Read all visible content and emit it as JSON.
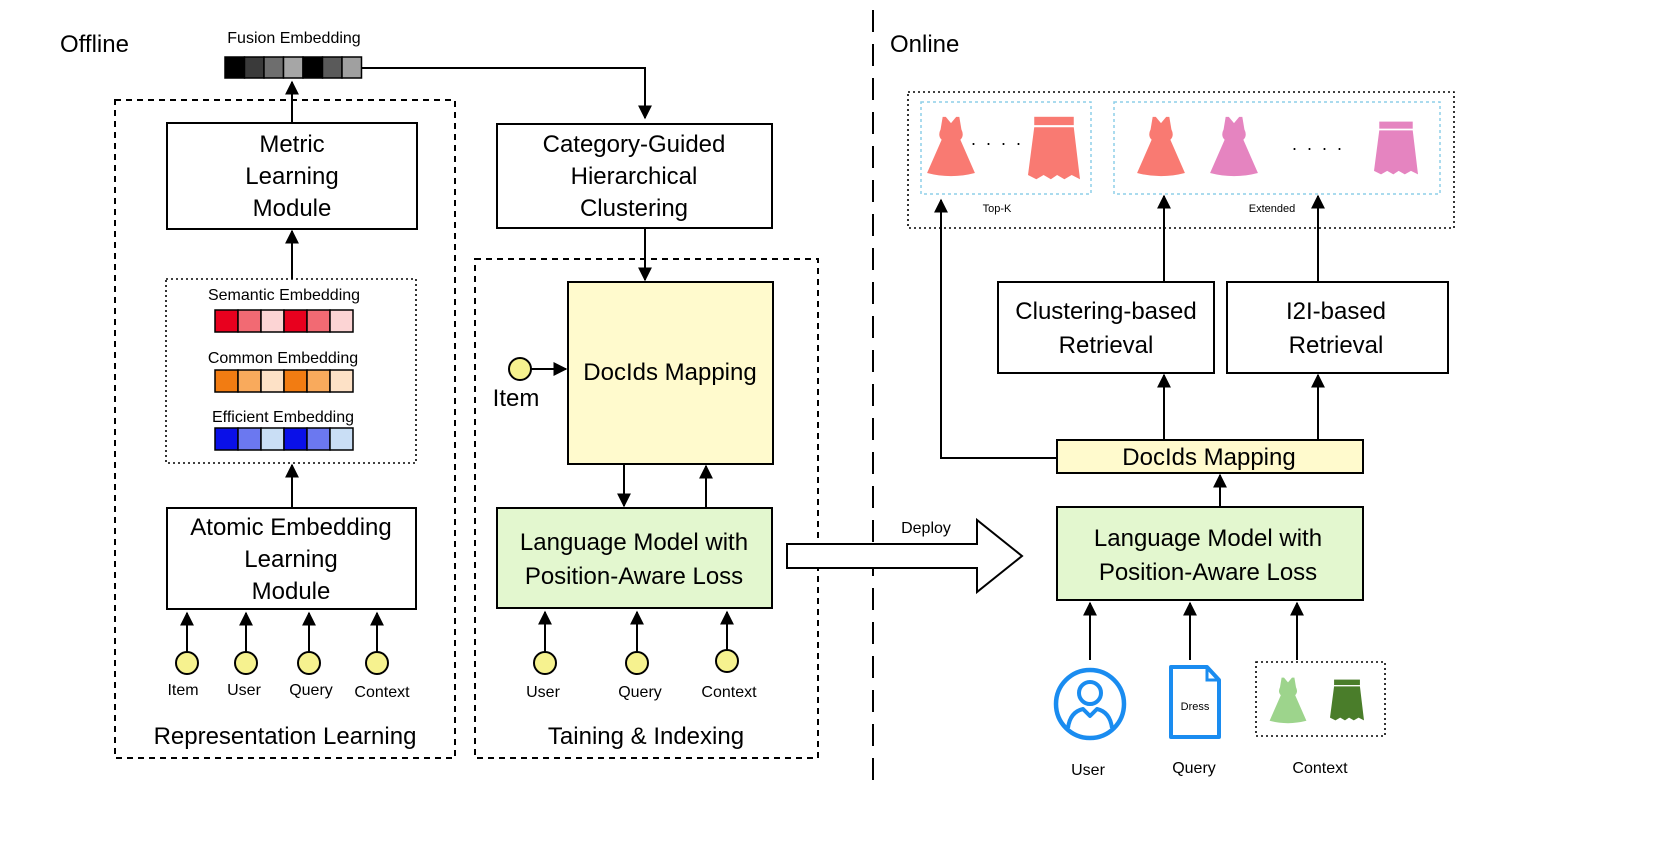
{
  "sections": {
    "offline": "Offline",
    "online": "Online"
  },
  "fusion": {
    "label": "Fusion Embedding",
    "cells": [
      "#000000",
      "#3a3a3a",
      "#6e6e6e",
      "#a6a6a6",
      "#000000",
      "#5a5a5a",
      "#a0a0a0"
    ]
  },
  "representation": {
    "title": "Representation Learning",
    "metric_lines": [
      "Metric",
      "Learning",
      "Module"
    ],
    "atomic_lines": [
      "Atomic Embedding",
      "Learning",
      "Module"
    ],
    "semantic": {
      "label": "Semantic Embedding",
      "cells": [
        "#e8001e",
        "#f26a73",
        "#fcd4d4",
        "#e8001e",
        "#f26a73",
        "#fcd4d4"
      ]
    },
    "common": {
      "label": "Common Embedding",
      "cells": [
        "#f27c12",
        "#f9aa5c",
        "#fde1c6",
        "#f27c12",
        "#f9aa5c",
        "#fde1c6"
      ]
    },
    "efficient": {
      "label": "Efficient Embedding",
      "cells": [
        "#0a10e8",
        "#6b78f0",
        "#c9def5",
        "#0a10e8",
        "#6b78f0",
        "#c9def5"
      ]
    },
    "inputs": [
      "Item",
      "User",
      "Query",
      "Context"
    ]
  },
  "training": {
    "title": "Taining & Indexing",
    "clustering_lines": [
      "Category-Guided",
      "Hierarchical",
      "Clustering"
    ],
    "docids": "DocIds Mapping",
    "item_input": "Item",
    "lm_lines": [
      "Language Model with",
      "Position-Aware Loss"
    ],
    "inputs": [
      "User",
      "Query",
      "Context"
    ]
  },
  "deploy": "Deploy",
  "online": {
    "topk": "Top-K",
    "extended": "Extended",
    "ellipsis": "· · · ·",
    "clustering_lines": [
      "Clustering-based",
      "Retrieval"
    ],
    "i2i_lines": [
      "I2I-based",
      "Retrieval"
    ],
    "docids": "DocIds Mapping",
    "lm_lines": [
      "Language Model with",
      "Position-Aware Loss"
    ],
    "query_doc_text": "Dress",
    "inputs": [
      "User",
      "Query",
      "Context"
    ],
    "colors": {
      "dress_red": "#f97a72",
      "dress_pink": "#e584c0",
      "skirt_red": "#f97a72",
      "skirt_pink": "#e584c0",
      "ctx_dress": "#9dd48c",
      "ctx_skirt": "#4a7d2a",
      "user_blue": "#1a8cf0"
    }
  }
}
